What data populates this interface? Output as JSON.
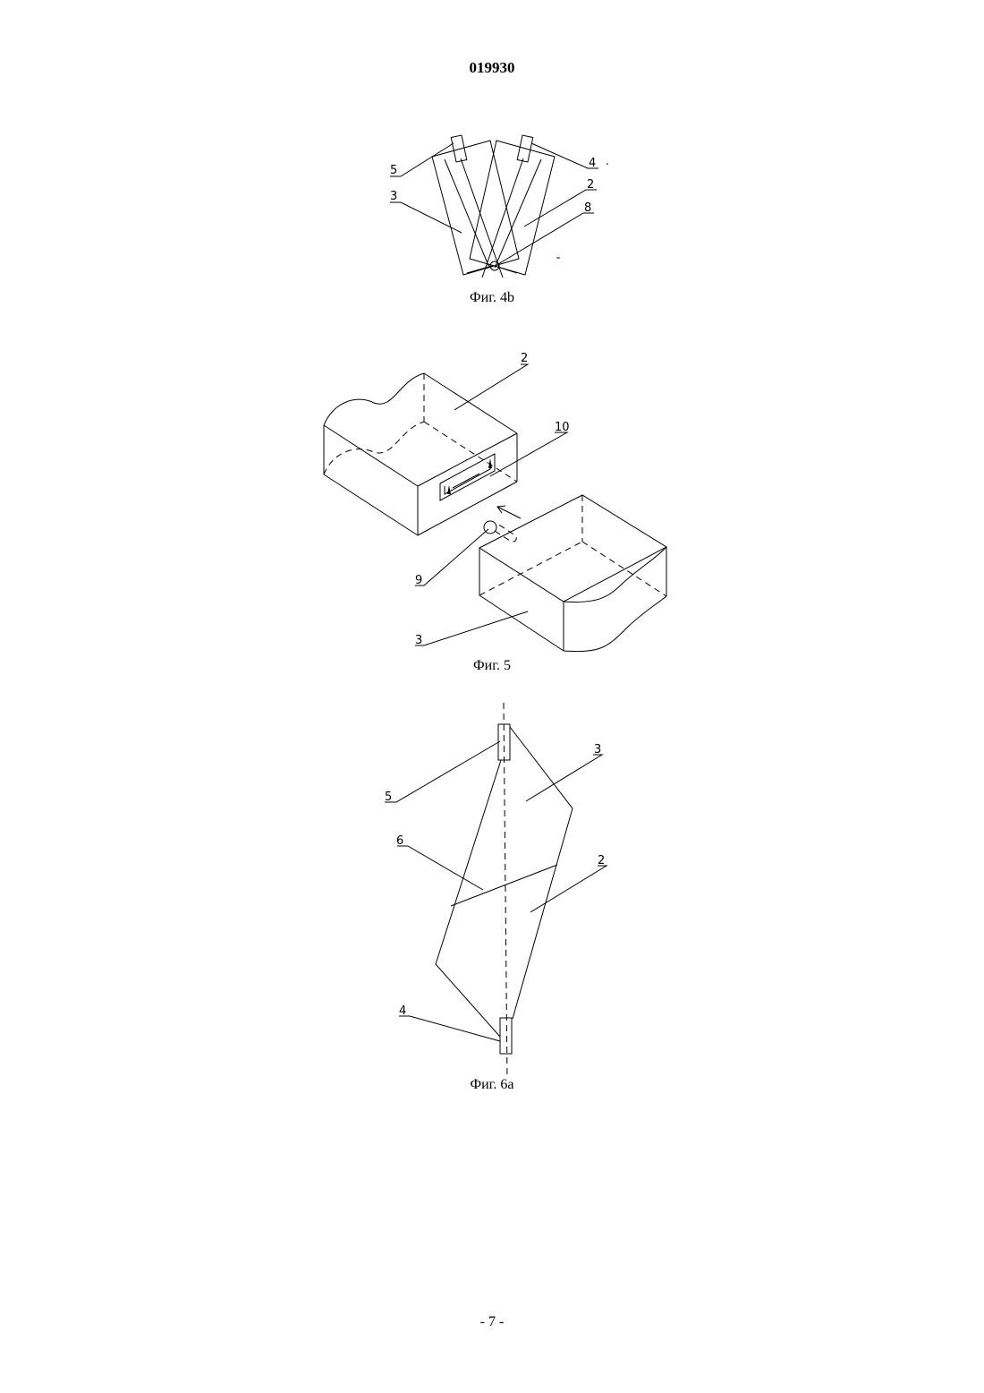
{
  "document": {
    "patent_number": "019930",
    "page_number": "- 7 -"
  },
  "figures": [
    {
      "caption": "Фиг. 4b",
      "labels": [
        "5",
        "3",
        "4",
        "2",
        "8"
      ]
    },
    {
      "caption": "Фиг. 5",
      "labels": [
        "2",
        "10",
        "9",
        "3"
      ]
    },
    {
      "caption": "Фиг. 6а",
      "labels": [
        "3",
        "5",
        "6",
        "2",
        "4"
      ]
    }
  ]
}
